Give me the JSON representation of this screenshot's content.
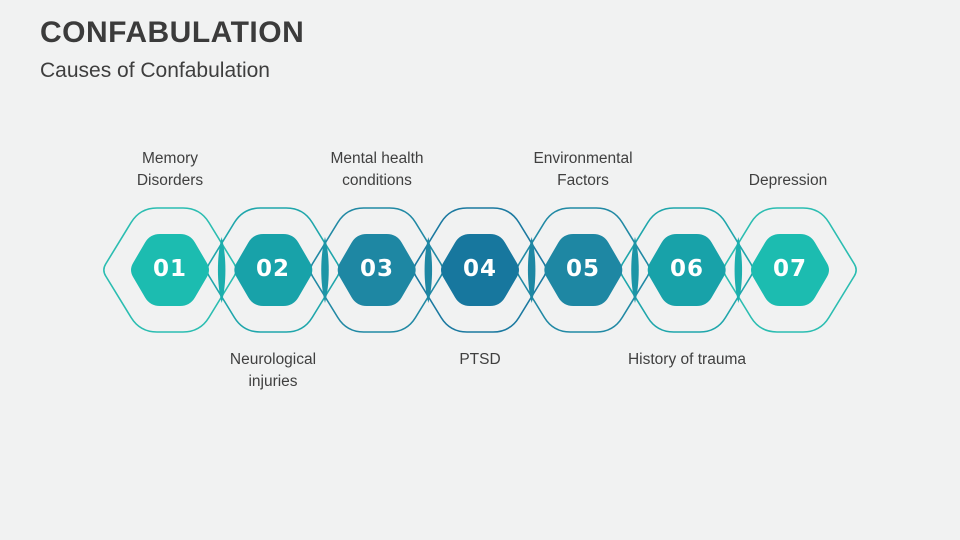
{
  "slide": {
    "title": "CONFABULATION",
    "subtitle": "Causes of Confabulation"
  },
  "diagram": {
    "items": [
      {
        "number": "01",
        "label": "Memory\nDisorders",
        "label_position": "top",
        "fill": "#1CBCB0",
        "outline": "#2BBDB1"
      },
      {
        "number": "02",
        "label": "Neurological\ninjuries",
        "label_position": "bottom",
        "fill": "#18A2A9",
        "outline": "#1FA6AB"
      },
      {
        "number": "03",
        "label": "Mental health\nconditions",
        "label_position": "top",
        "fill": "#1E87A3",
        "outline": "#2189A4"
      },
      {
        "number": "04",
        "label": "PTSD",
        "label_position": "bottom",
        "fill": "#17779E",
        "outline": "#1B79A0"
      },
      {
        "number": "05",
        "label": "Environmental\nFactors",
        "label_position": "top",
        "fill": "#1E87A3",
        "outline": "#2189A4"
      },
      {
        "number": "06",
        "label": "History of trauma",
        "label_position": "bottom",
        "fill": "#18A2A9",
        "outline": "#1FA6AB"
      },
      {
        "number": "07",
        "label": "Depression",
        "label_position": "top",
        "fill": "#1CBCB0",
        "outline": "#2BBDB1"
      }
    ],
    "connectors": [
      "#1CAEAD",
      "#1D95A6",
      "#1E87A3",
      "#1E87A3",
      "#1D95A6",
      "#1CAEAD"
    ]
  },
  "colors": {
    "background": "#F1F2F2",
    "label_text": "#404040",
    "number_text": "#FFFFFF",
    "title_text": "#3B3B3B"
  }
}
